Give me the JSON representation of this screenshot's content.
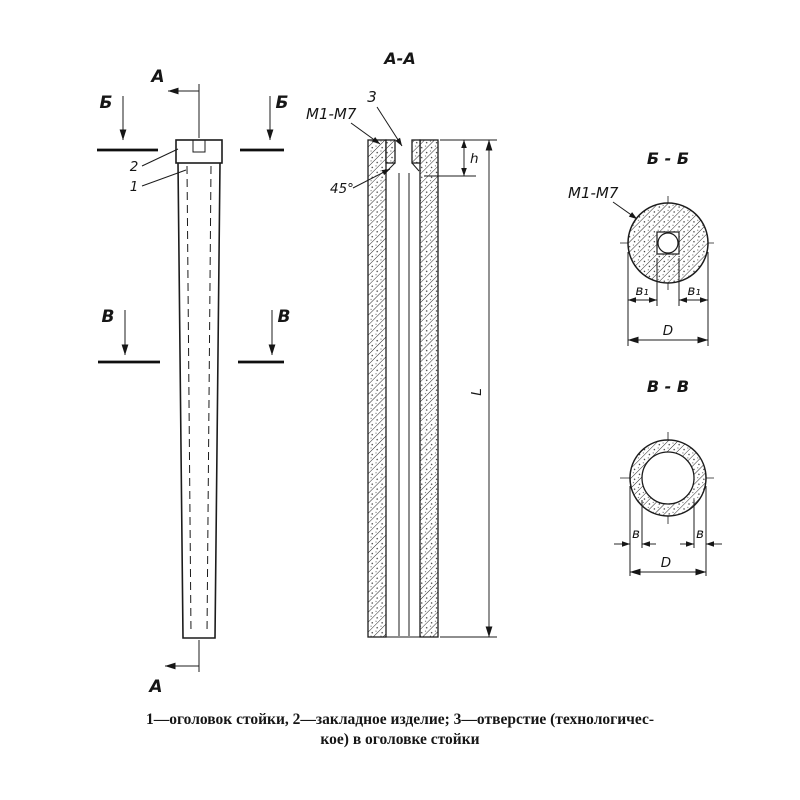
{
  "drawing": {
    "labels": {
      "cut_a": "А",
      "cut_b": "Б",
      "cut_v": "В",
      "part_1": "1",
      "part_2": "2",
      "part_3": "3",
      "title_aa": "А-А",
      "title_bb": "Б - Б",
      "title_vv": "В - В",
      "embed_mark": "М1-М7",
      "angle": "45°",
      "dim_h": "h",
      "dim_l": "L",
      "dim_b1": "в₁",
      "dim_b": "в",
      "dim_d": "D"
    },
    "caption": {
      "line1": "1—оголовок стойки, 2—закладное изделие; 3—отверстие (технологичес-",
      "line2": "кое) в оголовке стойки"
    }
  }
}
